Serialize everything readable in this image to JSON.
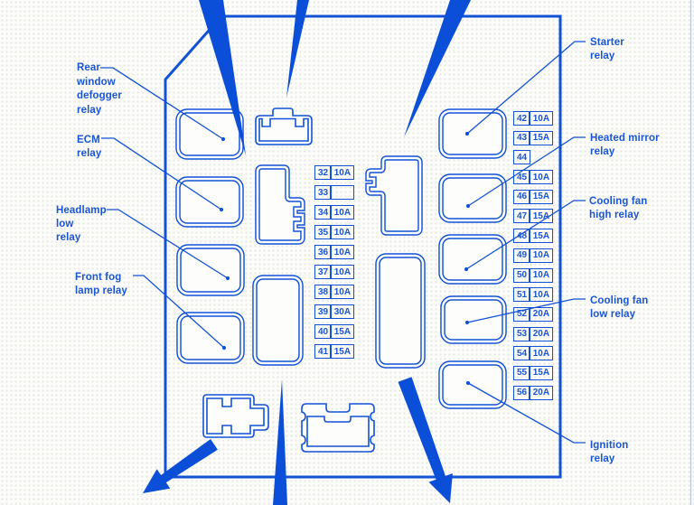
{
  "colors": {
    "line_blue": "#1252d6",
    "arrow_blue": "#0b4ed8",
    "text_blue": "#1a56d4",
    "background": "#fcfcfa"
  },
  "labels": {
    "rear_window_defogger": [
      "Rear",
      "window",
      "defogger",
      "relay"
    ],
    "ecm": [
      "ECM",
      "relay"
    ],
    "headlamp_low": [
      "Headlamp",
      "low",
      "relay"
    ],
    "front_fog": [
      "Front fog",
      "lamp relay"
    ],
    "starter": [
      "Starter",
      "relay"
    ],
    "heated_mirror": [
      "Heated mirror",
      "relay"
    ],
    "cooling_fan_high": [
      "Cooling fan",
      "high relay"
    ],
    "cooling_fan_low": [
      "Cooling fan",
      "low relay"
    ],
    "ignition": [
      "Ignition",
      "relay"
    ]
  },
  "fuse_tables": {
    "center": {
      "rows": [
        [
          "32",
          "10A"
        ],
        [
          "33",
          ""
        ],
        [
          "34",
          "10A"
        ],
        [
          "35",
          "10A"
        ],
        [
          "36",
          "10A"
        ],
        [
          "37",
          "10A"
        ],
        [
          "38",
          "10A"
        ],
        [
          "39",
          "30A"
        ],
        [
          "40",
          "15A"
        ],
        [
          "41",
          "15A"
        ]
      ]
    },
    "right": {
      "rows": [
        [
          "42",
          "10A"
        ],
        [
          "43",
          "15A"
        ],
        [
          "44",
          null
        ],
        [
          "45",
          "10A"
        ],
        [
          "46",
          "15A"
        ],
        [
          "47",
          "15A"
        ],
        [
          "48",
          "15A"
        ],
        [
          "49",
          "10A"
        ],
        [
          "50",
          "10A"
        ],
        [
          "51",
          "10A"
        ],
        [
          "52",
          "20A"
        ],
        [
          "53",
          "20A"
        ],
        [
          "54",
          "10A"
        ],
        [
          "55",
          "15A"
        ],
        [
          "56",
          "20A"
        ]
      ]
    }
  }
}
